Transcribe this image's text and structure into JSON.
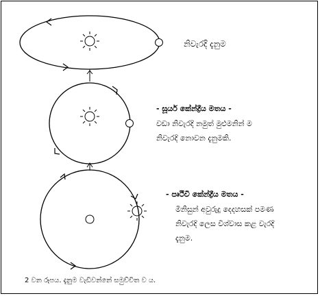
{
  "labels": {
    "correct_orbit": "නිවැරදි දැනුම",
    "sun_centered_heading": "- සූර්ය කේන්ද්‍රීය මතය -",
    "sun_centered_desc": "වඩා නිවැරදි නමුත් මුළුමනින් ම නිවැරදි නොවන දැනුමකි.",
    "earth_centered_heading": "- පෘථිවි කේන්ද්‍රීය මතය -",
    "earth_centered_desc": "මිනිසුන් අවුරුදු දෙදහසක් පමණ නිවැරදි ලෙස විශ්වාස කළ වැරදි දැනුම.",
    "caption": "2 වන රූපය. දැනුම වැඩිවන්නේ සමුච්චිත ව ය."
  },
  "icons": [
    "sun-icon",
    "planet-icon",
    "earth-icon",
    "arrow-icon"
  ],
  "colors": {
    "ink": "#000000",
    "background": "#ffffff"
  }
}
